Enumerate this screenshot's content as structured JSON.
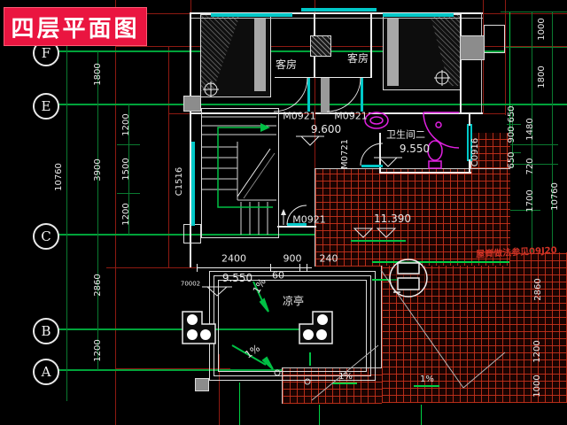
{
  "title": "四层平面图",
  "grid_bubbles": [
    "F",
    "E",
    "C",
    "B",
    "A"
  ],
  "dims_left": {
    "overall": "10760",
    "outer": [
      "1800",
      "3900",
      "2860",
      "1200"
    ],
    "inner": [
      "1200",
      "1500",
      "1200"
    ]
  },
  "dims_right": {
    "overall": "10760",
    "outer": [
      "1000",
      "1800",
      "1480",
      "720",
      "1700",
      "2860",
      "1200",
      "1000"
    ],
    "inner": [
      "650",
      "900",
      "650"
    ]
  },
  "dims_bottom": {
    "d1": "2400",
    "d2": "900",
    "d3": "240",
    "d4": "60",
    "d5": "70002"
  },
  "rooms": {
    "guest_left": "客房",
    "guest_right": "客房",
    "bathroom": "卫生间二",
    "pavilion": "凉亭"
  },
  "doors": {
    "hall_left": "M0921",
    "hall_right": "M0921",
    "bath": "M0721",
    "terrace": "M0921"
  },
  "windows": {
    "stair": "C1516",
    "bath": "C0916"
  },
  "elevations": {
    "hall": "9.600",
    "bathroom": "9.550",
    "terrace": "9.550",
    "roof": "11.390"
  },
  "slopes": {
    "terrace_upper": "1%",
    "terrace_lower": "1%",
    "roof_a": "1%",
    "roof_b": "1%"
  },
  "notes": {
    "ridge_note": "屋脊做法参见09J20"
  },
  "colors": {
    "background": "#000000",
    "title_red": "#ea1540",
    "grid_green": "#00a33a",
    "grid_red": "#8e1a12",
    "wall_white": "#ececec",
    "window_cyan": "#00c8c8",
    "fixture_magenta": "#e020e0",
    "roof_hatch_red": "#c5301a"
  }
}
